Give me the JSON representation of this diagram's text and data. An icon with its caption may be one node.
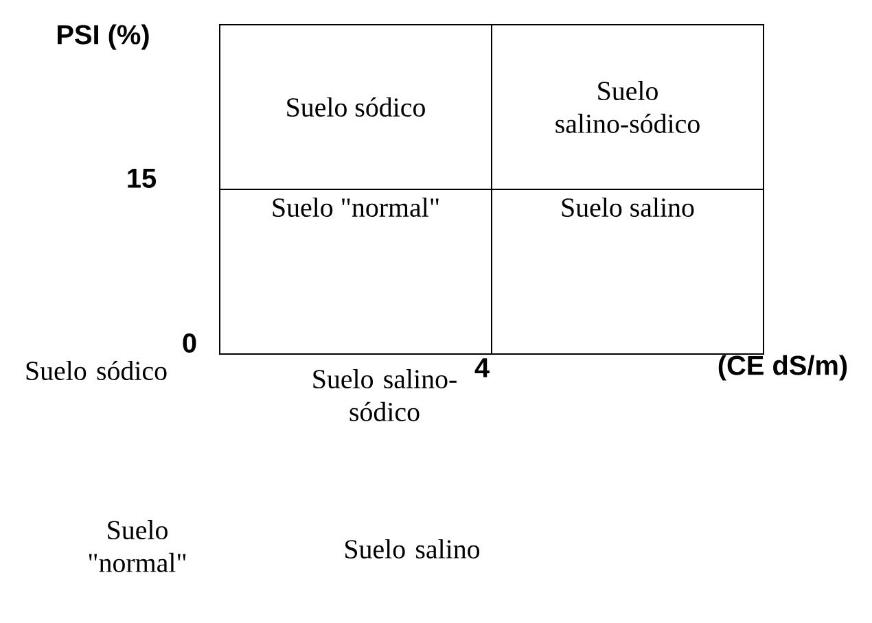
{
  "diagram": {
    "nodes": [
      {
        "text": [
          "Suelo sódico"
        ]
      },
      {
        "text": [
          "Suelo salino-sódico"
        ]
      },
      {
        "text": [
          "Suelo \"normal\""
        ]
      },
      {
        "text": [
          "Suelo salino"
        ]
      }
    ],
    "labels": [
      "PSI (%)",
      "15",
      "Suelo sódico",
      "0",
      "Suelo salino-sódico",
      "4",
      "(CE dS/m)",
      "Suelo \"normal\"",
      "Suelo salino"
    ]
  }
}
